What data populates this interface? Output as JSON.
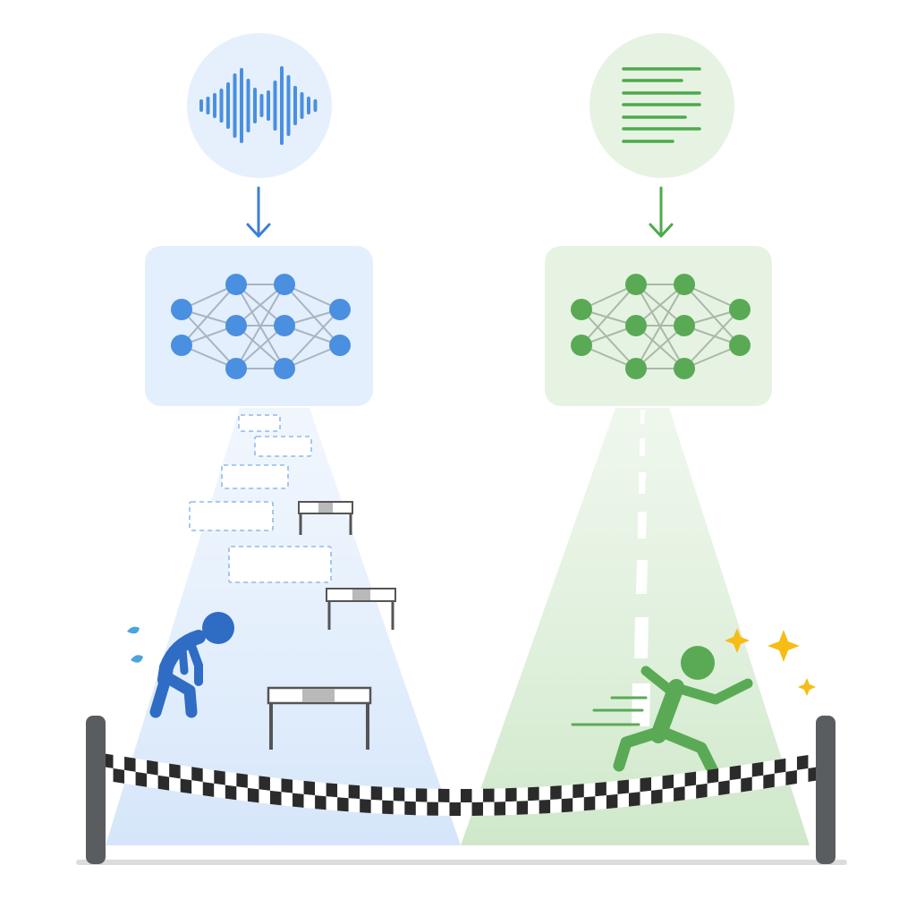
{
  "left_path": {
    "input": "audio-waveform",
    "model": "neural-network",
    "outcome": "struggling-runner",
    "accent": "#4a8fe0",
    "accent_dark": "#2f6cc4",
    "panel_fill": "#e3effc",
    "beam_fill": "#dbeafb"
  },
  "right_path": {
    "input": "text-document",
    "model": "neural-network",
    "outcome": "sprinting-runner",
    "accent": "#5aaa55",
    "accent_dark": "#4c9a48",
    "panel_fill": "#e6f3e3",
    "beam_fill": "#d6ecd2"
  },
  "finish_line": {
    "post_color": "#5a5d60",
    "check_dark": "#2b2b2b",
    "check_light": "#ffffff"
  },
  "sparkle_color": "#f5bd16",
  "sweat_color": "#4aa4e0"
}
